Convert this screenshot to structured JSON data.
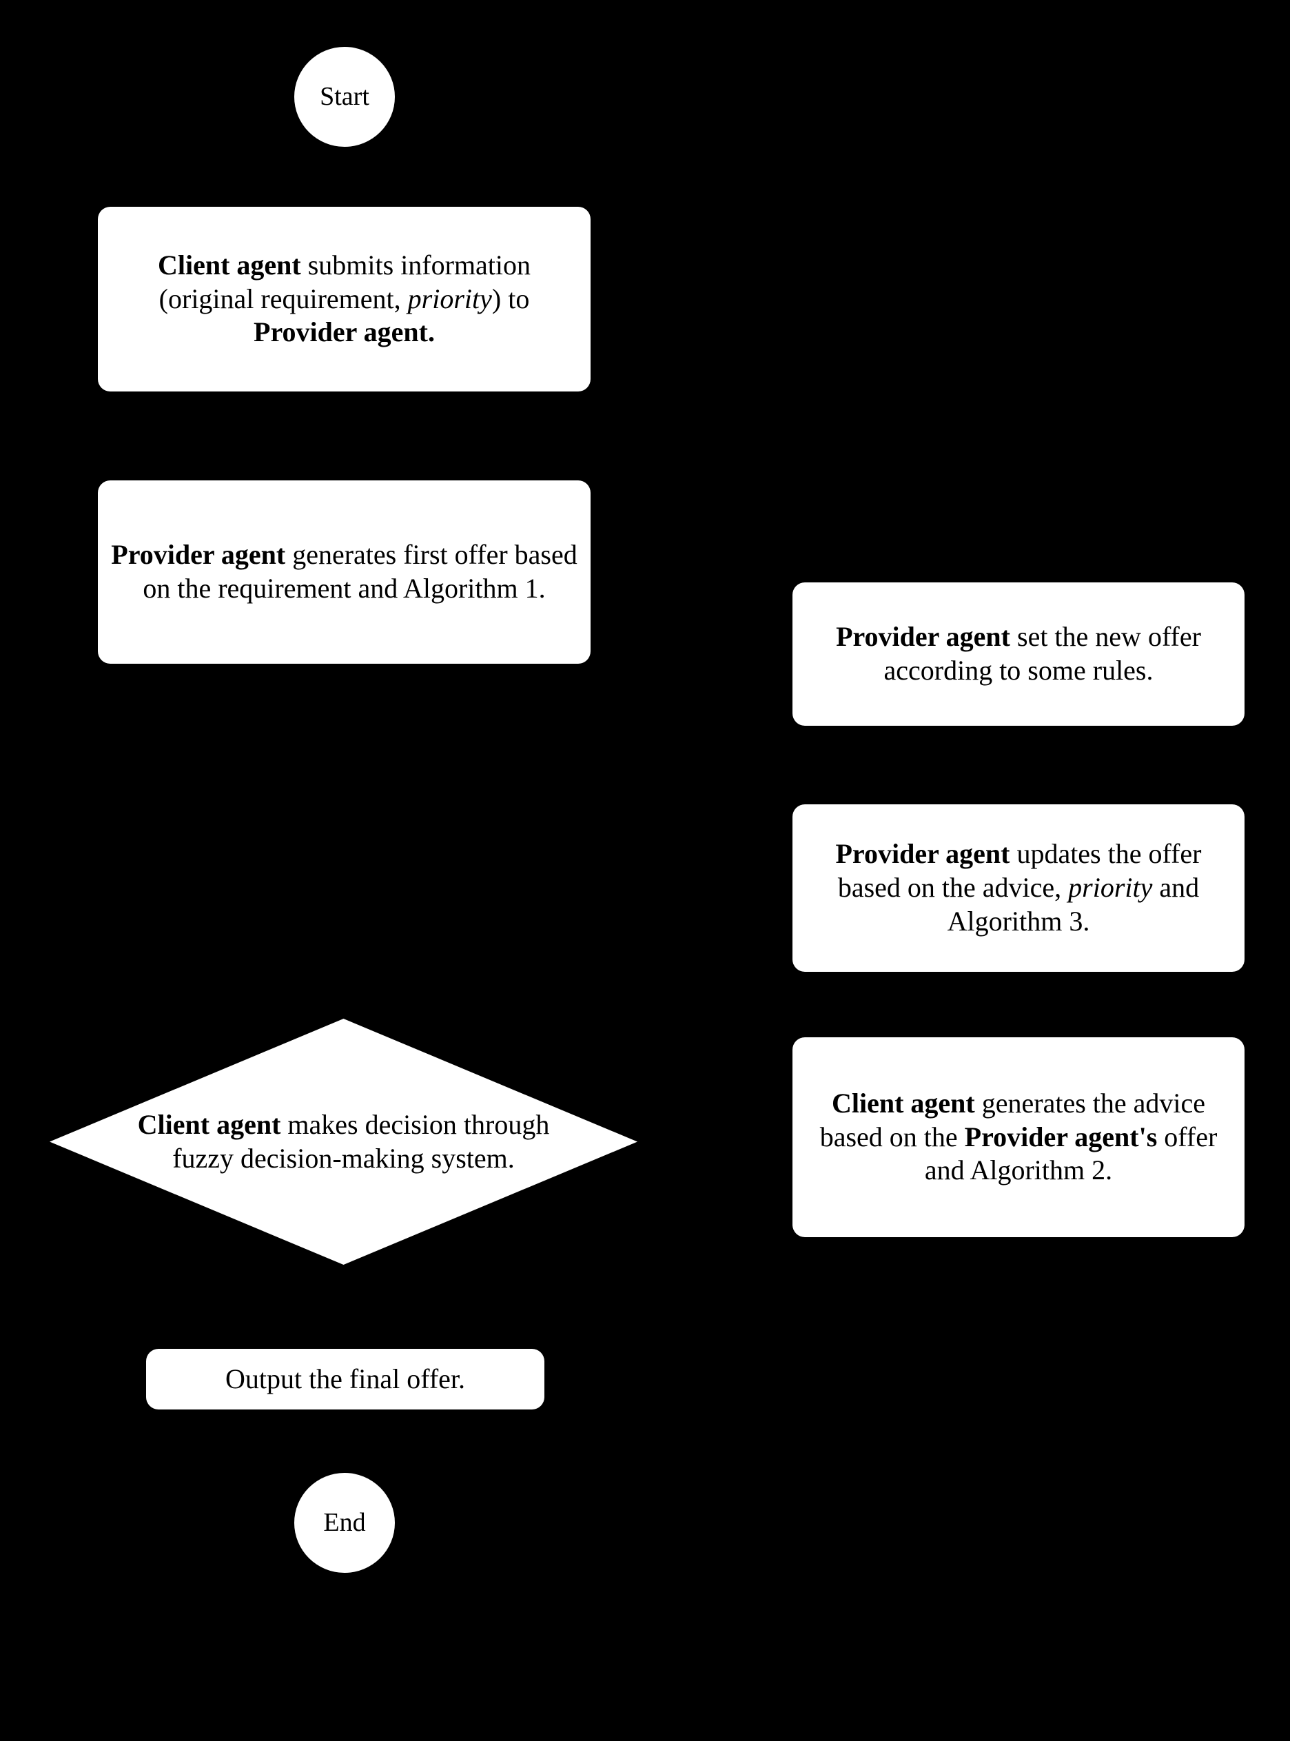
{
  "diagram": {
    "type": "flowchart",
    "background_color": "#000000",
    "node_fill_color": "#ffffff",
    "node_text_color": "#000000",
    "nodes": [
      {
        "id": "start",
        "shape": "ellipse",
        "role": "terminator",
        "label": "Start"
      },
      {
        "id": "client-submit",
        "shape": "rounded-rectangle",
        "role": "process",
        "label": "Client agent submits information (original requirement, priority) to Provider agent.",
        "segments": [
          {
            "text": "Client agent",
            "style": "bold"
          },
          {
            "text": " submits information (original requirement, ",
            "style": "normal"
          },
          {
            "text": "priority",
            "style": "italic"
          },
          {
            "text": ") to ",
            "style": "normal"
          },
          {
            "text": "Provider agent.",
            "style": "bold"
          }
        ]
      },
      {
        "id": "provider-first-offer",
        "shape": "rounded-rectangle",
        "role": "process",
        "label": "Provider agent generates first offer based on the requirement and Algorithm 1.",
        "segments": [
          {
            "text": "Provider agent",
            "style": "bold"
          },
          {
            "text": " generates first offer based on the requirement and Algorithm 1.",
            "style": "normal"
          }
        ]
      },
      {
        "id": "provider-set-new-offer",
        "shape": "rounded-rectangle",
        "role": "process",
        "label": "Provider agent set the new offer according to some rules.",
        "segments": [
          {
            "text": "Provider agent",
            "style": "bold"
          },
          {
            "text": " set the new offer according to some rules.",
            "style": "normal"
          }
        ]
      },
      {
        "id": "provider-update-offer",
        "shape": "rounded-rectangle",
        "role": "process",
        "label": "Provider agent updates the offer based on the advice, priority and Algorithm 3.",
        "segments": [
          {
            "text": "Provider agent",
            "style": "bold"
          },
          {
            "text": " updates the offer based on the advice, ",
            "style": "normal"
          },
          {
            "text": "priority",
            "style": "italic"
          },
          {
            "text": " and Algorithm 3.",
            "style": "normal"
          }
        ]
      },
      {
        "id": "client-advice",
        "shape": "rounded-rectangle",
        "role": "process",
        "label": "Client agent generates the advice based on the Provider agent's offer and Algorithm 2.",
        "segments": [
          {
            "text": "Client agent",
            "style": "bold"
          },
          {
            "text": " generates the advice based on the ",
            "style": "normal"
          },
          {
            "text": "Provider agent's",
            "style": "bold"
          },
          {
            "text": " offer and Algorithm 2.",
            "style": "normal"
          }
        ]
      },
      {
        "id": "client-decision",
        "shape": "diamond",
        "role": "decision",
        "label": "Client agent makes decision through fuzzy decision-making system.",
        "segments": [
          {
            "text": "Client agent",
            "style": "bold"
          },
          {
            "text": " makes decision through fuzzy decision-making system.",
            "style": "normal"
          }
        ]
      },
      {
        "id": "output-final-offer",
        "shape": "rounded-rectangle",
        "role": "process",
        "label": "Output the final offer.",
        "segments": [
          {
            "text": "Output the final offer.",
            "style": "normal"
          }
        ]
      },
      {
        "id": "end",
        "shape": "ellipse",
        "role": "terminator",
        "label": "End"
      }
    ],
    "edges": [
      {
        "from": "start",
        "to": "client-submit"
      },
      {
        "from": "client-submit",
        "to": "provider-first-offer"
      },
      {
        "from": "provider-first-offer",
        "to": "client-decision"
      },
      {
        "from": "client-decision",
        "to": "client-advice"
      },
      {
        "from": "client-advice",
        "to": "provider-update-offer"
      },
      {
        "from": "provider-update-offer",
        "to": "provider-set-new-offer"
      },
      {
        "from": "provider-set-new-offer",
        "to": "client-decision"
      },
      {
        "from": "client-decision",
        "to": "output-final-offer"
      },
      {
        "from": "output-final-offer",
        "to": "end"
      }
    ]
  }
}
